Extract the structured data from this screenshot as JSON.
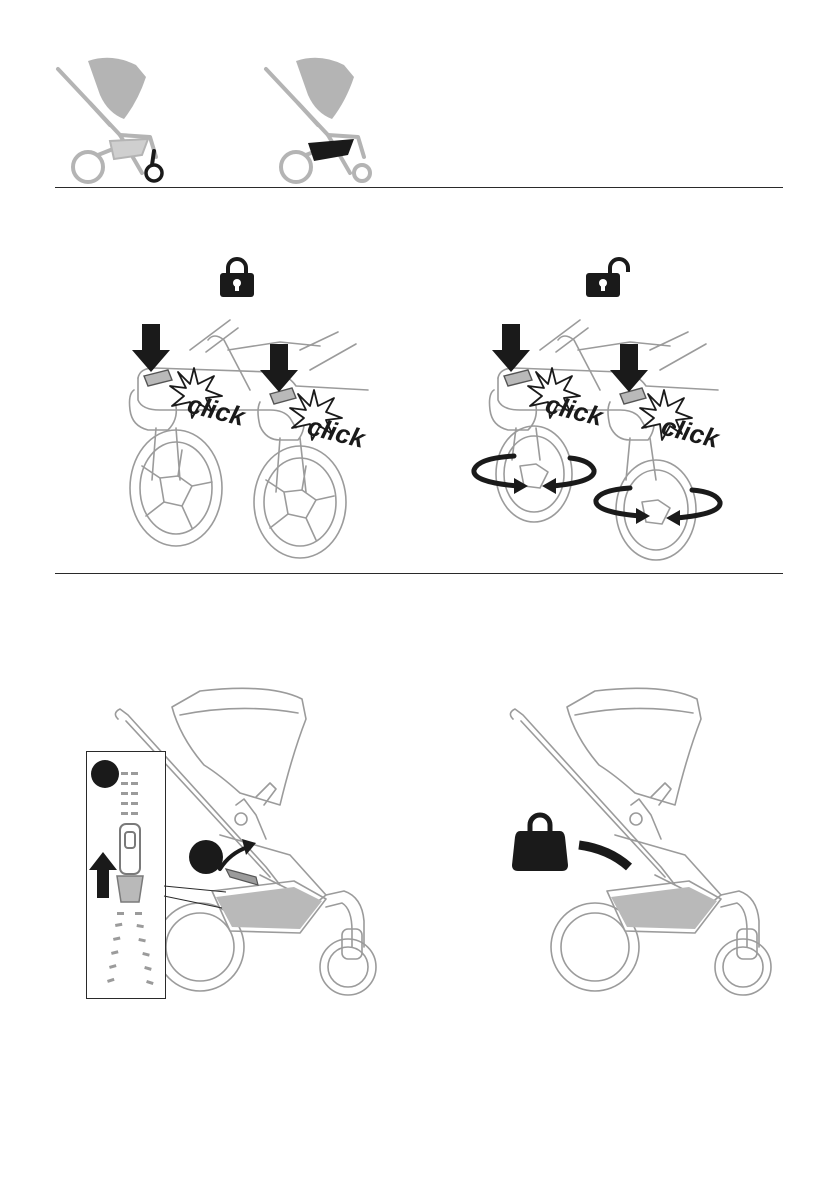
{
  "page": {
    "background": "#ffffff",
    "line_color": "#2a2a2a",
    "outline_gray": "#9b9b9b",
    "fill_gray": "#b9b9b9",
    "accent_black": "#1a1a1a"
  },
  "section_top": {
    "thumbnails": [
      {
        "name": "stroller-thumb-front-wheel-highlighted"
      },
      {
        "name": "stroller-thumb-basket-highlighted"
      }
    ]
  },
  "section_wheels": {
    "panels": [
      {
        "state_icon": "padlock-closed-icon",
        "sound_labels": [
          "click",
          "click"
        ],
        "rotation_arrows": false
      },
      {
        "state_icon": "padlock-open-icon",
        "sound_labels": [
          "click",
          "click"
        ],
        "rotation_arrows": true
      }
    ]
  },
  "section_basket": {
    "panels": [
      {
        "step_markers": 2,
        "detail_inset": "zipper-detail",
        "arrow": "up-arrow-icon"
      },
      {
        "weight_icon": "weight-icon"
      }
    ]
  }
}
